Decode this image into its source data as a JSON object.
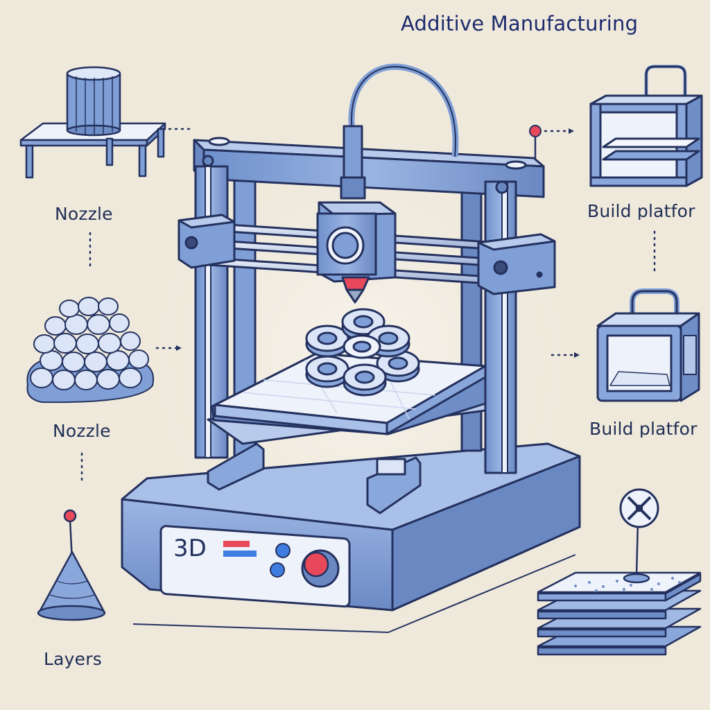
{
  "title": "Additive Manufacturing",
  "labels": {
    "nozzle_1": "Nozzle",
    "nozzle_2": "Nozzle",
    "layers": "Layers",
    "build_platform_1": "Build platfor",
    "build_platform_2": "Build platfor"
  },
  "printer": {
    "panel_text": "3D"
  },
  "colors": {
    "background": "#efe9dc",
    "frame_blue": "#7f9fd6",
    "frame_dark": "#3a4a7a",
    "outline": "#24315e",
    "bed_light": "#eef3fb",
    "accent_red": "#e8495a",
    "button_blue": "#3f7de0"
  }
}
